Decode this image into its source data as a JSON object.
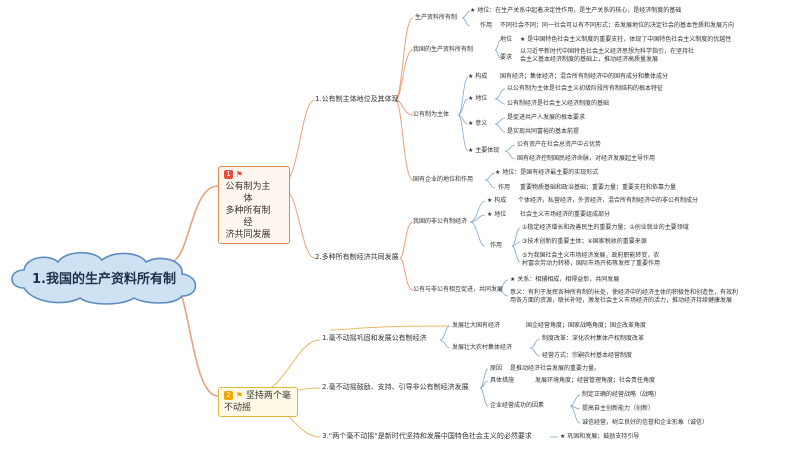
{
  "root": "1.我国的生产资料所有制",
  "branches": {
    "a": {
      "badge": "1",
      "title": "公有制为主体\n多种所有制经\n济共同发展"
    },
    "b": {
      "badge": "2",
      "title": "坚持两个毫不动摇"
    }
  },
  "a1": {
    "title": "1.公有制主体地位及其体现",
    "prod": "生产资料所有制",
    "prod_def": "★ 地位：在生产关系中起着决定性作用，是生产关系的核心，是经济制度的基础",
    "prod_role": "作用",
    "prod_role_text": "不同社会不同；同一社会可以有不同形式；去发展地位的决定社会的基本性质和发展方向",
    "basic": "我国的生产资料所有制",
    "basic_status": "地位",
    "basic_status_text": "★ 是中国特色社会主义制度的重要支柱，体现了中国特色社会主义制度的优越性",
    "basic_req": "要求",
    "basic_req_text": "以习近平新时代中国特色社会主义经济思想为科学指引，在坚持社\n会主义基本经济制度的基础上，推动经济高质量发展",
    "public": "公有制为主体",
    "compose": "★ 构成",
    "compose_text": "国有经济；集体经济；混合所有制经济中的国有成分和集体成分",
    "status": "★ 地位",
    "status_1": "以公有制为主体是社会主义初级阶段所有制结构的根本特征",
    "status_2": "公有制经济是社会主义经济制度的基础",
    "meaning": "★ 意义",
    "meaning_1": "是促进共产人发展的根本要求",
    "meaning_2": "是实现共同富裕的基本前提",
    "body": "★ 主要体现",
    "body_1": "公有资产在社会总资产中占优势",
    "body_2": "国有经济控制国民经济命脉，对经济发展起主导作用",
    "state": "国有企业的地位和作用",
    "state_status": "★ 地位：是国有经济最主要的实现形式",
    "state_role": "作用",
    "state_role_text": "重要物质基础和政治基础；重要力量；重要支柱和依靠力量"
  },
  "a2": {
    "title": "2.多种所有制经济共同发展",
    "nonpub": "我国的非公有制经济",
    "np_compose": "★ 构成",
    "np_compose_text": "个体经济，私营经济，外资经济，混合所有制经济中的非公有制成分",
    "np_status": "★ 地位",
    "np_status_text": "社会主义市场经济的重要组成部分",
    "np_role": "作用",
    "np_role_1": "①稳定经济增长和改善民生的重要力量；②创业就业的主要领域",
    "np_role_2": "③技术创新的重要主体；④国家税收的重要来源",
    "np_role_3": "⑤为我国社会主义市场经济发展，政府职能转变，农\n村富余劳动力转移，国际市场开拓等发挥了重要作用",
    "coexist": "公有与非公有相互促进，共同发展",
    "co_rel": "★ 关系：相辅相成，相得益彰，共同发展",
    "co_meaning": "意义：有利于发挥各种所有制的长处，使经济中的经济主体的积极性和创造性，有效利\n用各方面的资源，联长补短，激发社会主义市场经济的活力，推动经济持续健康发展"
  },
  "b1": {
    "title": "1.毫不动摇巩固和发展公有制经济",
    "s1": "发展壮大国有经济",
    "s1_text": "国企经营角度；国家战略角度；国企改革角度",
    "s2": "发展壮大农村集体经济",
    "s2_a": "制度改革：深化农村集体产权制度改革",
    "s2_b": "经营方式：宗嗣农村基本经营制度"
  },
  "b2": {
    "title": "2.毫不动摇鼓励、支持、引导非公有制经济发展",
    "reason": "原因",
    "reason_text": "是推动经济社会发展的重要力量。",
    "measures": "具体措施",
    "measures_text": "发展环境角度；经营管理角度；社会责任角度",
    "success": "企业经营成功的因素",
    "success_1": "制定正确的经营战略（战略）",
    "success_2": "提高自主创新能力（创新）",
    "success_3": "诚信经营，树立良好的信誉和企业形象（诚信）"
  },
  "b3": {
    "title": "3.“两个毫不动摇”是新时代坚持和发展中国特色社会主义的必然要求",
    "text": "★ 巩固和发展；鼓励支持引导"
  }
}
